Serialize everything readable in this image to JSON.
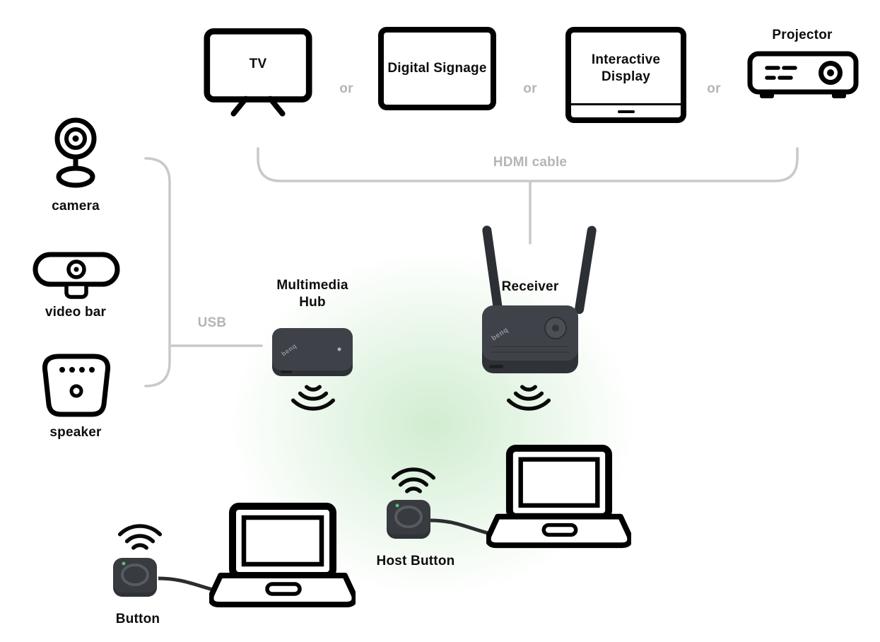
{
  "brand": "benq",
  "displays": {
    "or": "or",
    "tv": "TV",
    "digital_signage": "Digital Signage",
    "interactive_display": "Interactive Display",
    "projector": "Projector"
  },
  "connections": {
    "hdmi": "HDMI cable",
    "usb": "USB"
  },
  "peripherals": {
    "camera": "camera",
    "video_bar": "video bar",
    "speaker": "speaker"
  },
  "core_devices": {
    "multimedia_hub": "Multimedia Hub",
    "receiver": "Receiver"
  },
  "transmitters": {
    "host_button": "Host Button",
    "button": "Button"
  },
  "icons": [
    "tv-icon",
    "digital-signage-icon",
    "interactive-display-icon",
    "projector-icon",
    "camera-icon",
    "video-bar-icon",
    "speaker-icon",
    "multimedia-hub-device-icon",
    "receiver-device-icon",
    "wifi-signal-down-icon",
    "wifi-signal-up-icon",
    "host-button-device-icon",
    "button-device-icon",
    "laptop-icon",
    "hdmi-cable-bracket",
    "usb-cable-bracket"
  ],
  "colors": {
    "connector_gray": "#c9c9c9",
    "muted_text_gray": "#b5b5b5",
    "device_body_dark": "#3b3e43",
    "glow_green": "#cdeccd",
    "outline_black": "#000000"
  }
}
